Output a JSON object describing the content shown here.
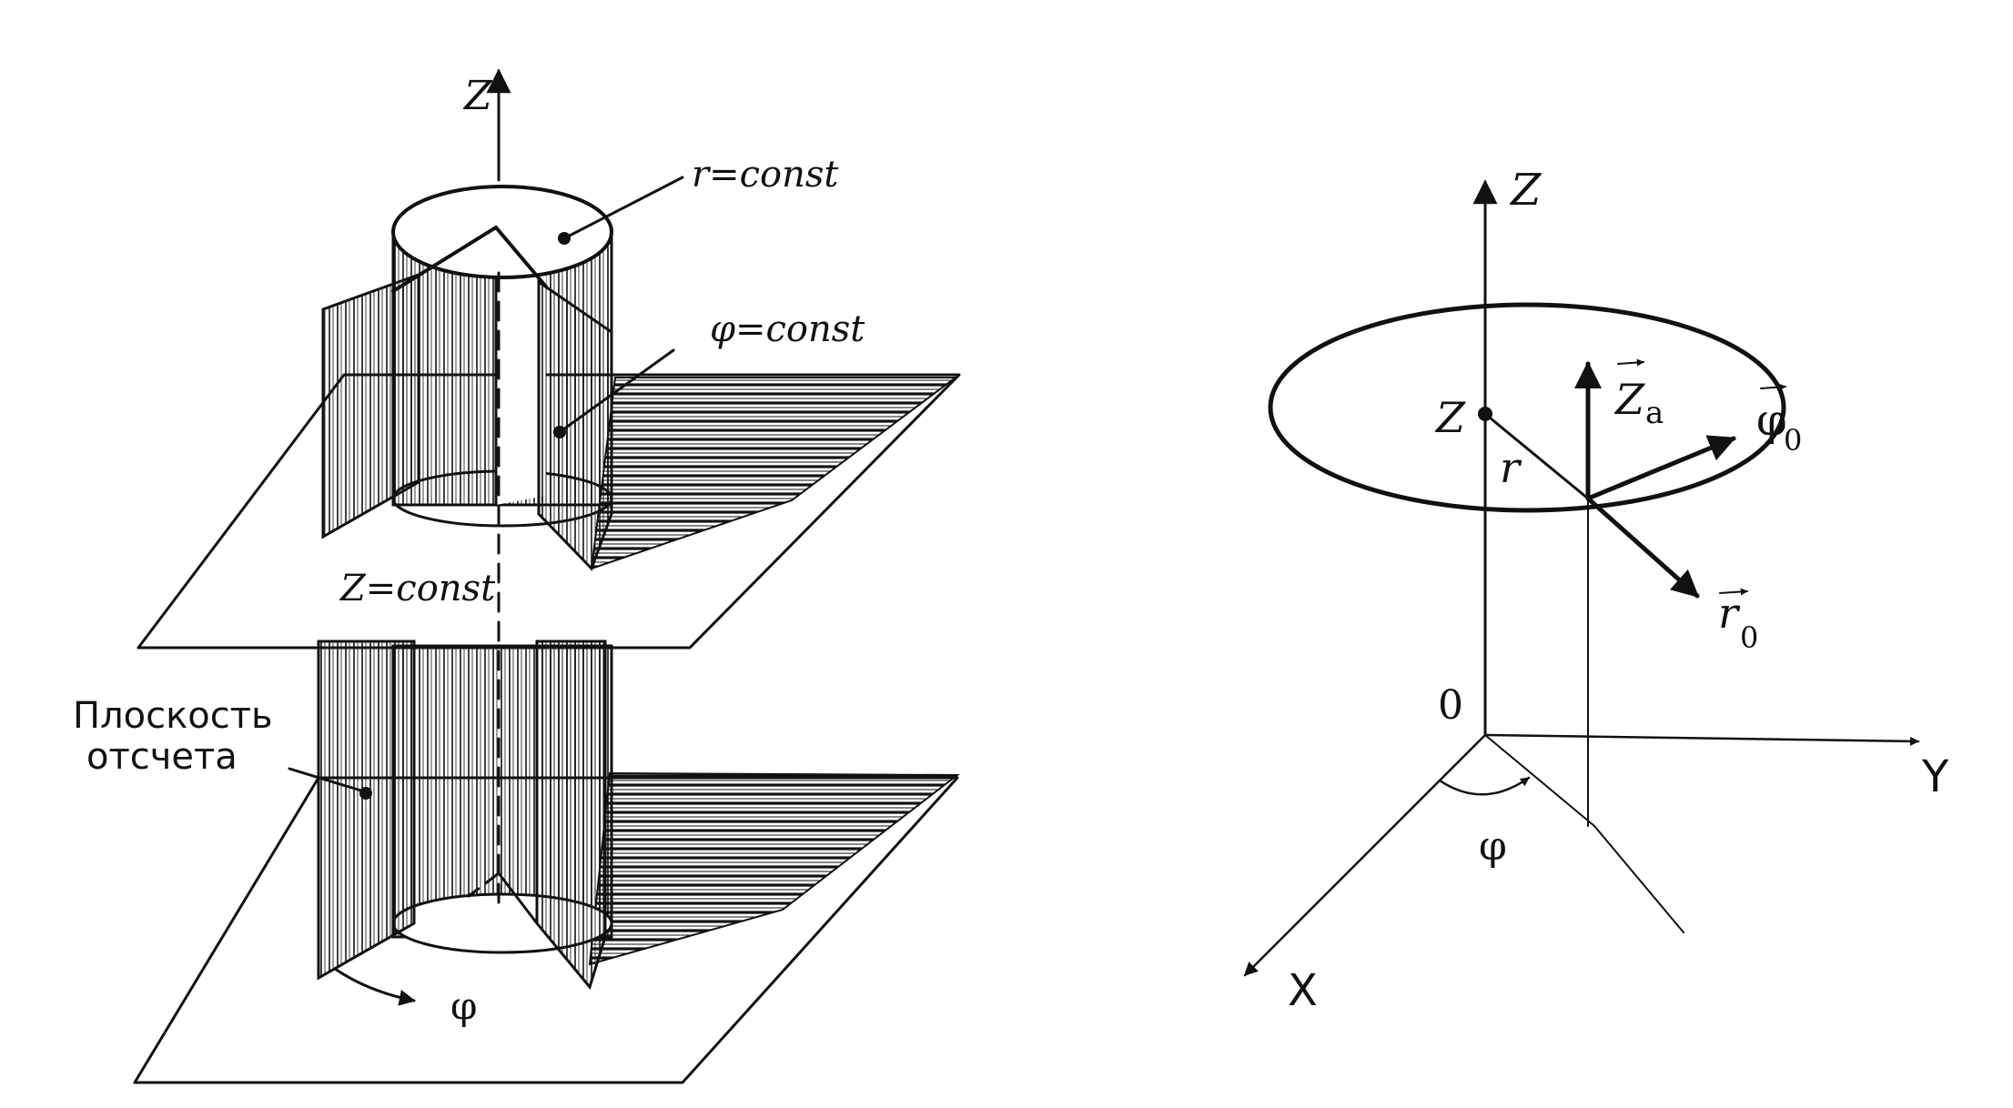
{
  "left_figure": {
    "axis_label": "Z",
    "cylinder_label": "r=const",
    "halfplane_label": "φ=const",
    "plane_label": "Z=const",
    "reference_plane_label_line1": "Плоскость",
    "reference_plane_label_line2": "отсчета",
    "angle_label": "φ"
  },
  "right_figure": {
    "z_axis_label": "Z",
    "point_z_label": "Z",
    "radius_label": "r",
    "origin_label": "0",
    "y_axis_label": "Y",
    "x_axis_label": "X",
    "angle_label": "φ",
    "unit_z_label": "Z",
    "unit_z_subscript": "a",
    "unit_phi_label": "φ",
    "unit_phi_subscript": "0",
    "unit_r_label": "r",
    "unit_r_subscript": "0"
  }
}
